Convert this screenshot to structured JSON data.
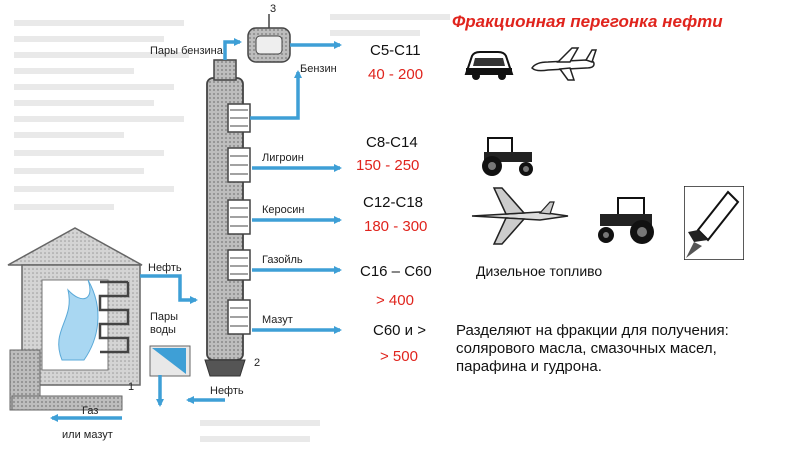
{
  "title": "Фракционная перегонка нефти",
  "apparatus": {
    "label_vapors_gasoline": "Пары бензина",
    "label_gasoline": "Бензин",
    "label_naphtha": "Лигроин",
    "label_kerosene": "Керосин",
    "label_gasoil": "Газойль",
    "label_fuel_oil": "Мазут",
    "label_oil_in": "Нефть",
    "label_oil_out": "Нефть",
    "label_water_vapor_1": "Пары",
    "label_water_vapor_2": "воды",
    "label_gas": "Газ",
    "label_or_fuel_oil": "или мазут",
    "num_1": "1",
    "num_2": "2",
    "num_3": "3"
  },
  "fractions": [
    {
      "carbons": "С5-С11",
      "range": "40 - 200"
    },
    {
      "carbons": "С8-С14",
      "range": "150 - 250"
    },
    {
      "carbons": "С12-С18",
      "range": "180 - 300"
    },
    {
      "carbons": "С16 – С60",
      "range": "> 400"
    },
    {
      "carbons": "С60 и >",
      "range": "> 500"
    }
  ],
  "diesel_label": "Дизельное топливо",
  "note_lines": [
    "Разделяют на фракции для получения:",
    "солярового масла, смазочных масел,",
    "парафина и гудрона."
  ],
  "icons": [
    "car-icon",
    "airplane-icon",
    "tractor-icon",
    "jet-fighter-icon",
    "tractor-icon",
    "space-shuttle-icon"
  ],
  "colors": {
    "title": "#e0241d",
    "range": "#e0241d",
    "arrow": "#3e9fd6",
    "column": "#555555"
  }
}
